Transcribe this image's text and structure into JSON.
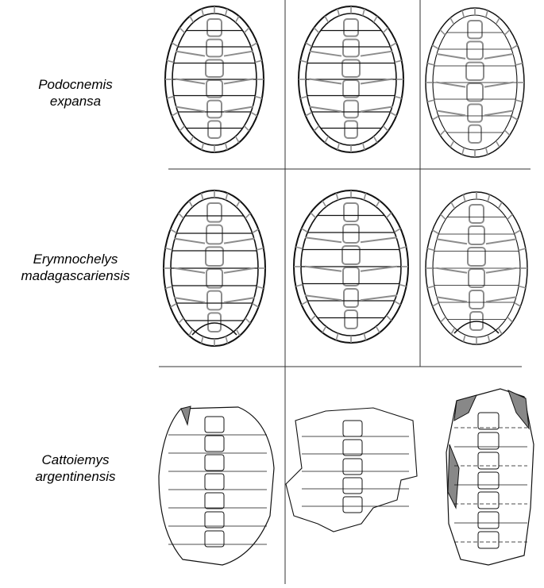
{
  "rows": [
    {
      "id": "podocnemis",
      "label_line1": "Podocnemis",
      "label_line2": "expansa",
      "style": "complete"
    },
    {
      "id": "erymnochelys",
      "label_line1": "Erymnochelys",
      "label_line2": "madagascariensis",
      "style": "complete"
    },
    {
      "id": "cattoiemys",
      "label_line1": "Cattoiemys",
      "label_line2": "argentinensis",
      "style": "fossil"
    }
  ],
  "colors": {
    "outline": "#111111",
    "sulcus_gray": "#8c8c8c",
    "broken_fill": "#888888",
    "grid": "#333333"
  }
}
